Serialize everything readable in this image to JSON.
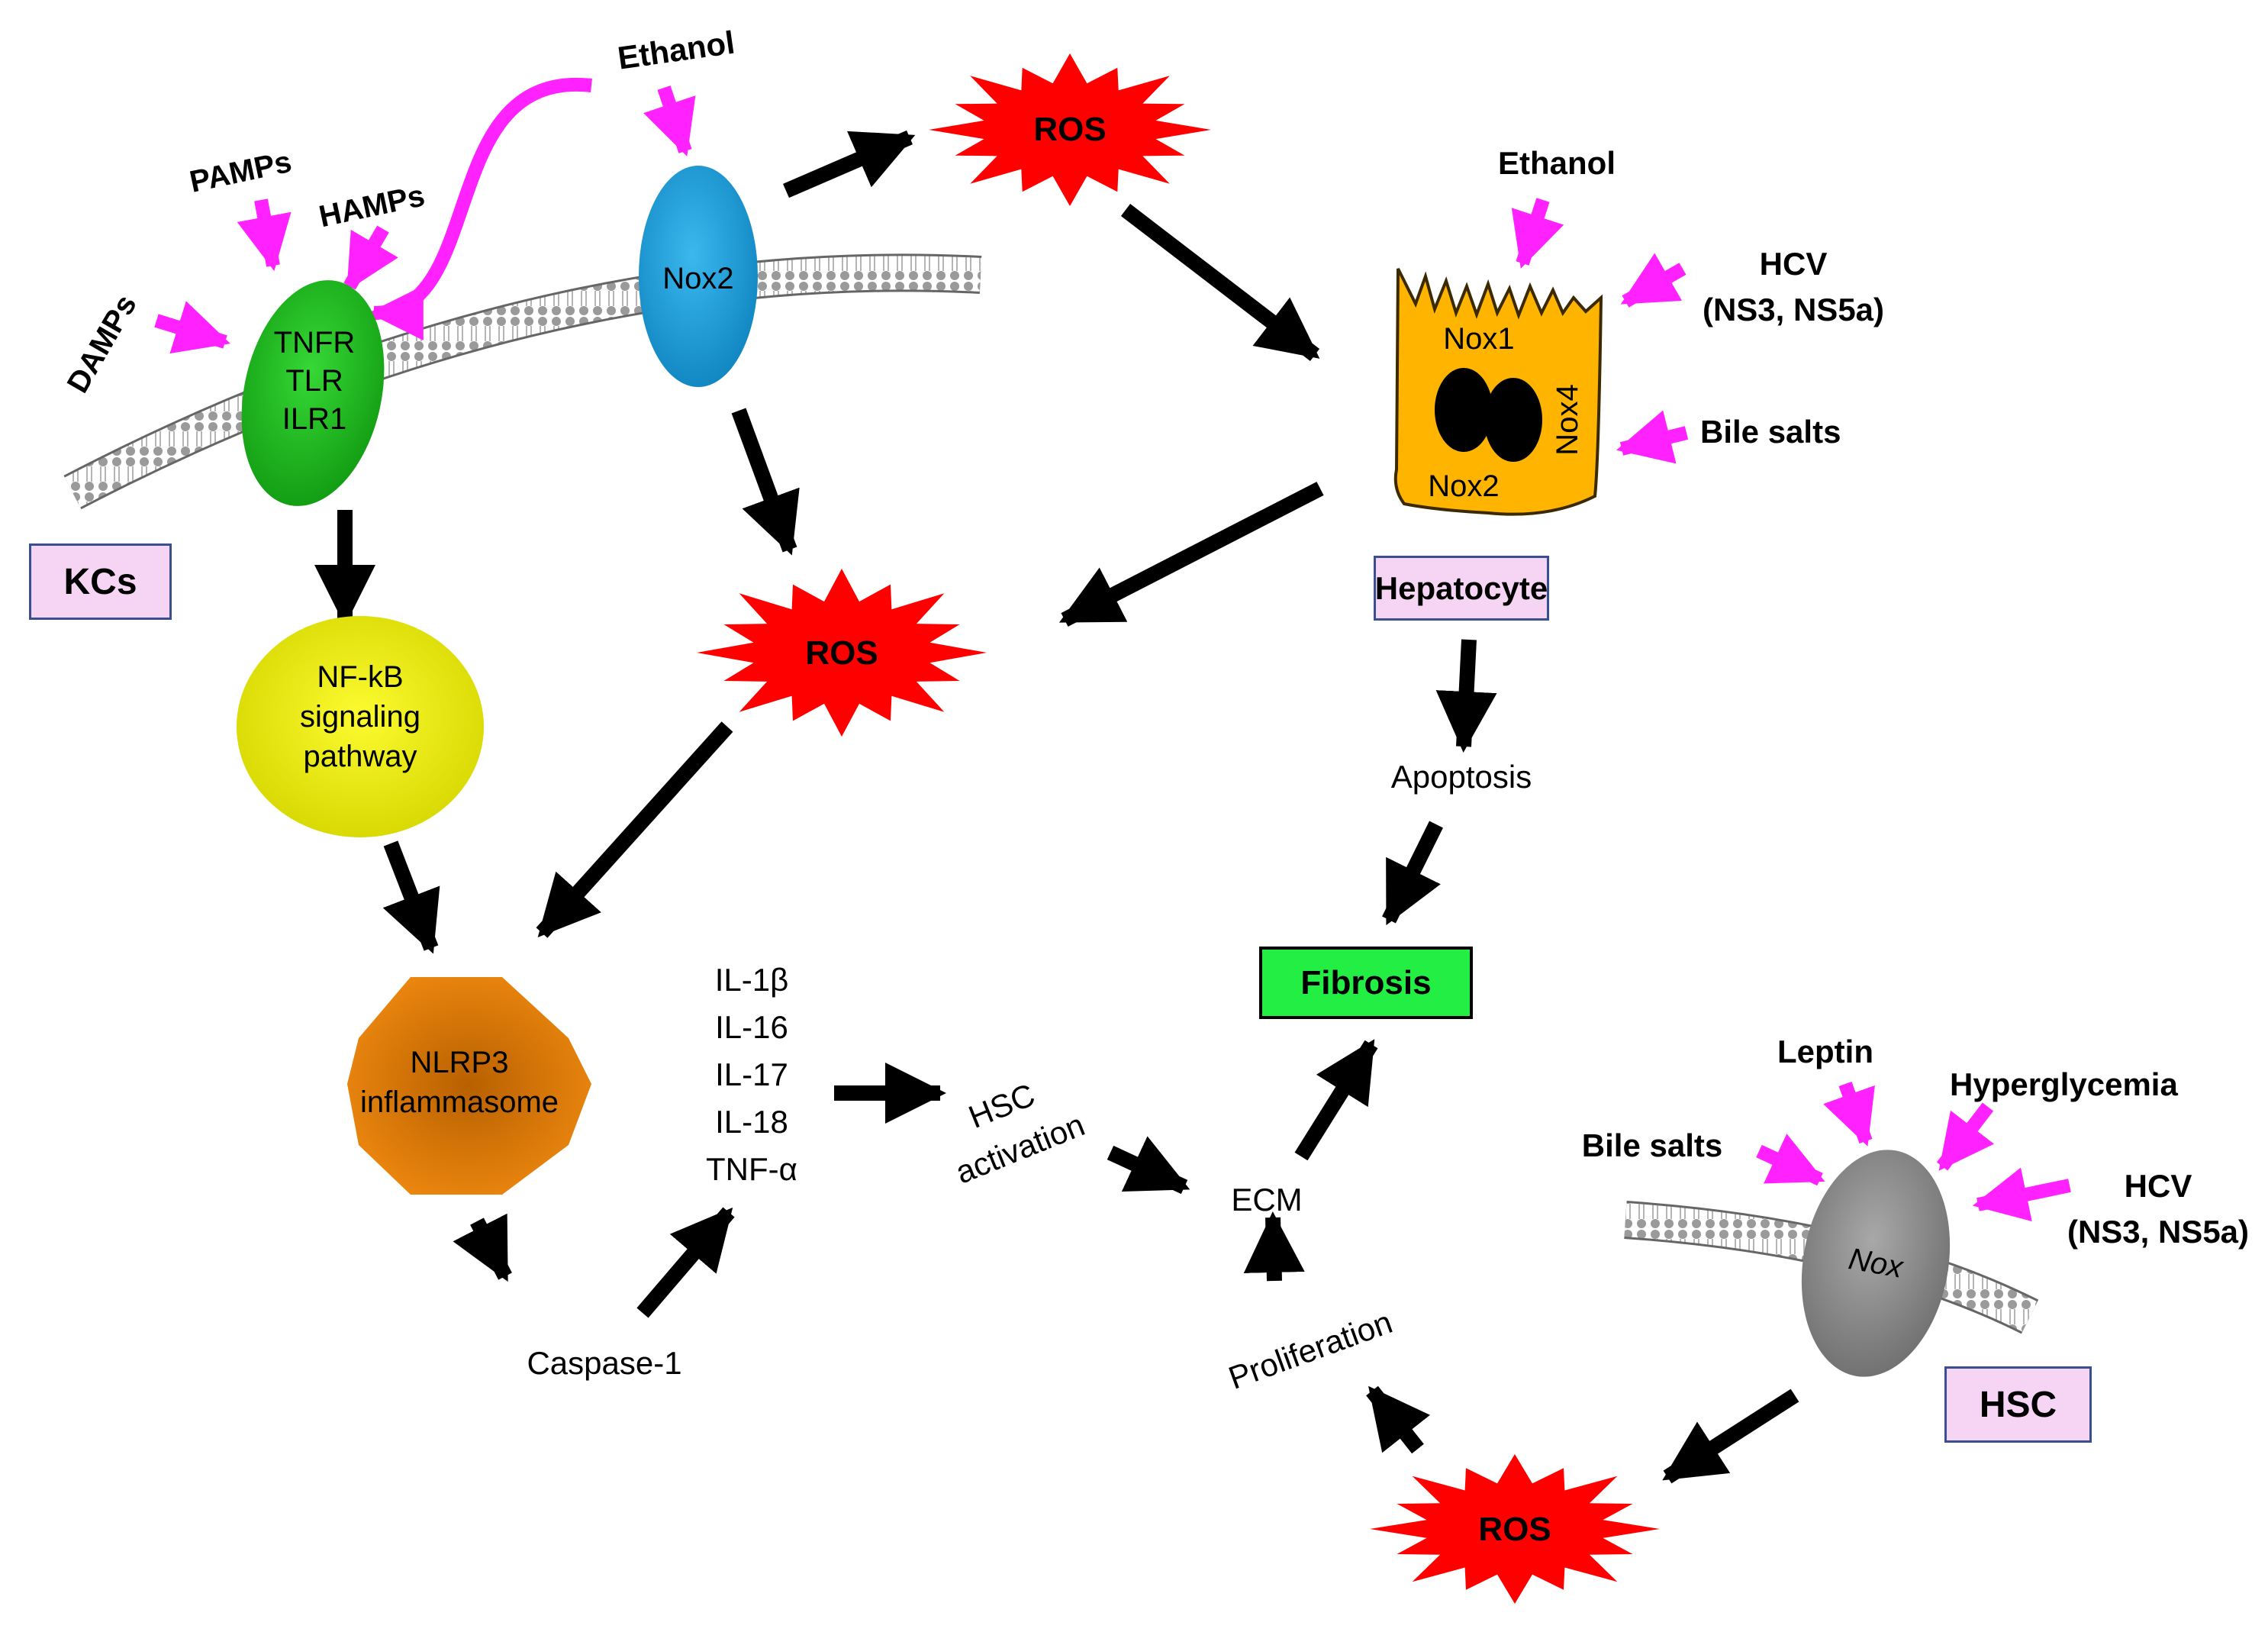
{
  "colors": {
    "magenta": "#ff22ff",
    "black": "#000000",
    "ros_red": "#ff0000",
    "receptor_green": "#1fb81f",
    "nox2_blue": "#1a9fdc",
    "nfkb_yellow": "#e8e800",
    "nlrp3_orange": "#e07a00",
    "hepatocyte_orange": "#ffb400",
    "nox_gray": "#8a8a8a",
    "tag_pink": "#f6d5f4",
    "fibrosis_green": "#22ee44"
  },
  "kc": {
    "stimuli": [
      "DAMPs",
      "PAMPs",
      "HAMPs"
    ],
    "ethanol": "Ethanol",
    "receptor_lines": [
      "TNFR",
      "TLR",
      "ILR1"
    ],
    "nox2": "Nox2",
    "label": "KCs",
    "nfkb_lines": [
      "NF-kB",
      "signaling",
      "pathway"
    ],
    "nlrp3_lines": [
      "NLRP3",
      "inflammasome"
    ],
    "caspase": "Caspase-1",
    "cytokines": [
      "IL-1β",
      "IL-16",
      "IL-17",
      "IL-18",
      "TNF-α"
    ],
    "hsc_activation_lines": [
      "HSC",
      "activation"
    ]
  },
  "ros": {
    "top": "ROS",
    "middle": "ROS",
    "bottom": "ROS"
  },
  "hepatocyte": {
    "ethanol": "Ethanol",
    "hcv_lines": [
      "HCV",
      "(NS3, NS5a)"
    ],
    "bile_salts": "Bile salts",
    "nox1": "Nox1",
    "nox2": "Nox2",
    "nox4": "Nox4",
    "label": "Hepatocyte",
    "apoptosis": "Apoptosis"
  },
  "fibrosis": "Fibrosis",
  "ecm": "ECM",
  "proliferation": "Proliferation",
  "hsc": {
    "leptin": "Leptin",
    "hyperglycemia": "Hyperglycemia",
    "bile_salts": "Bile salts",
    "hcv_lines": [
      "HCV",
      "(NS3, NS5a)"
    ],
    "nox": "Nox",
    "label": "HSC"
  }
}
